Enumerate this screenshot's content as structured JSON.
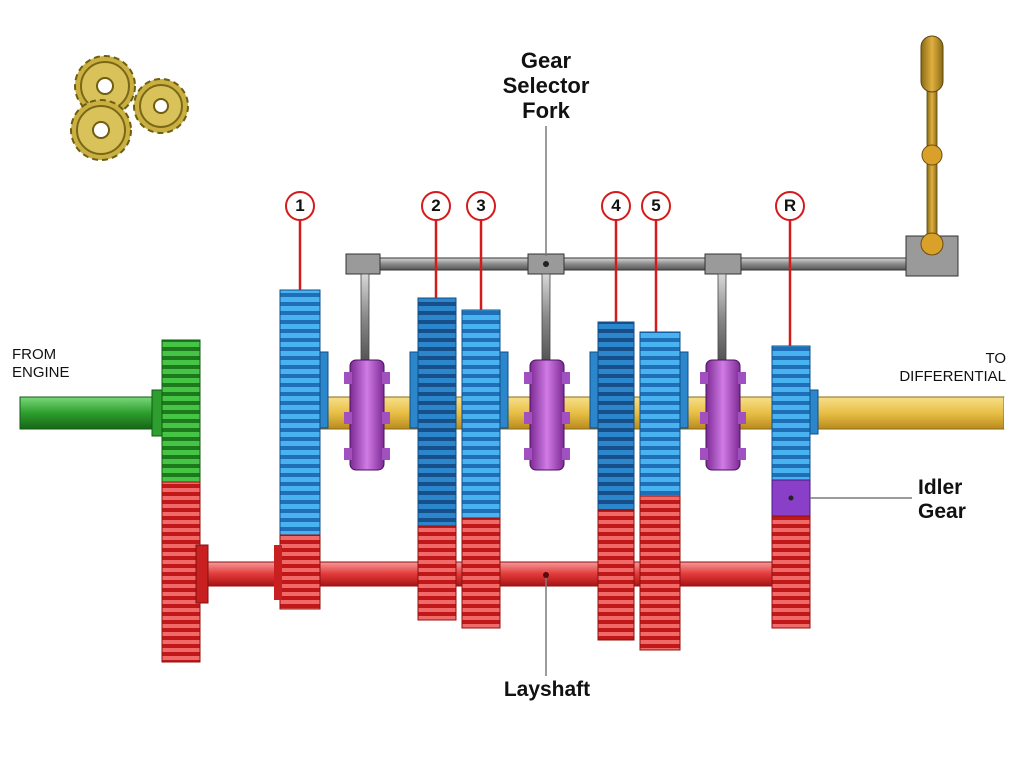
{
  "labels": {
    "gear_selector_fork": [
      "Gear",
      "Selector",
      "Fork"
    ],
    "from_engine": [
      "FROM",
      "ENGINE"
    ],
    "to_differential": [
      "TO",
      "DIFFERENTIAL"
    ],
    "idler_gear": [
      "Idler",
      "Gear"
    ],
    "layshaft": "Layshaft"
  },
  "gear_numbers": [
    "1",
    "2",
    "3",
    "4",
    "5",
    "R"
  ],
  "colors": {
    "input_gear": "#2e9e2e",
    "main_gear": "#3aa6e8",
    "layshaft_gear": "#e23a3a",
    "synchro": "#b044c8",
    "output_shaft": "#e8c250",
    "idler": "#8a3fc9",
    "callout": "#d41a1a"
  },
  "icons": [
    "gears-logo-icon",
    "gear-lever-icon"
  ]
}
